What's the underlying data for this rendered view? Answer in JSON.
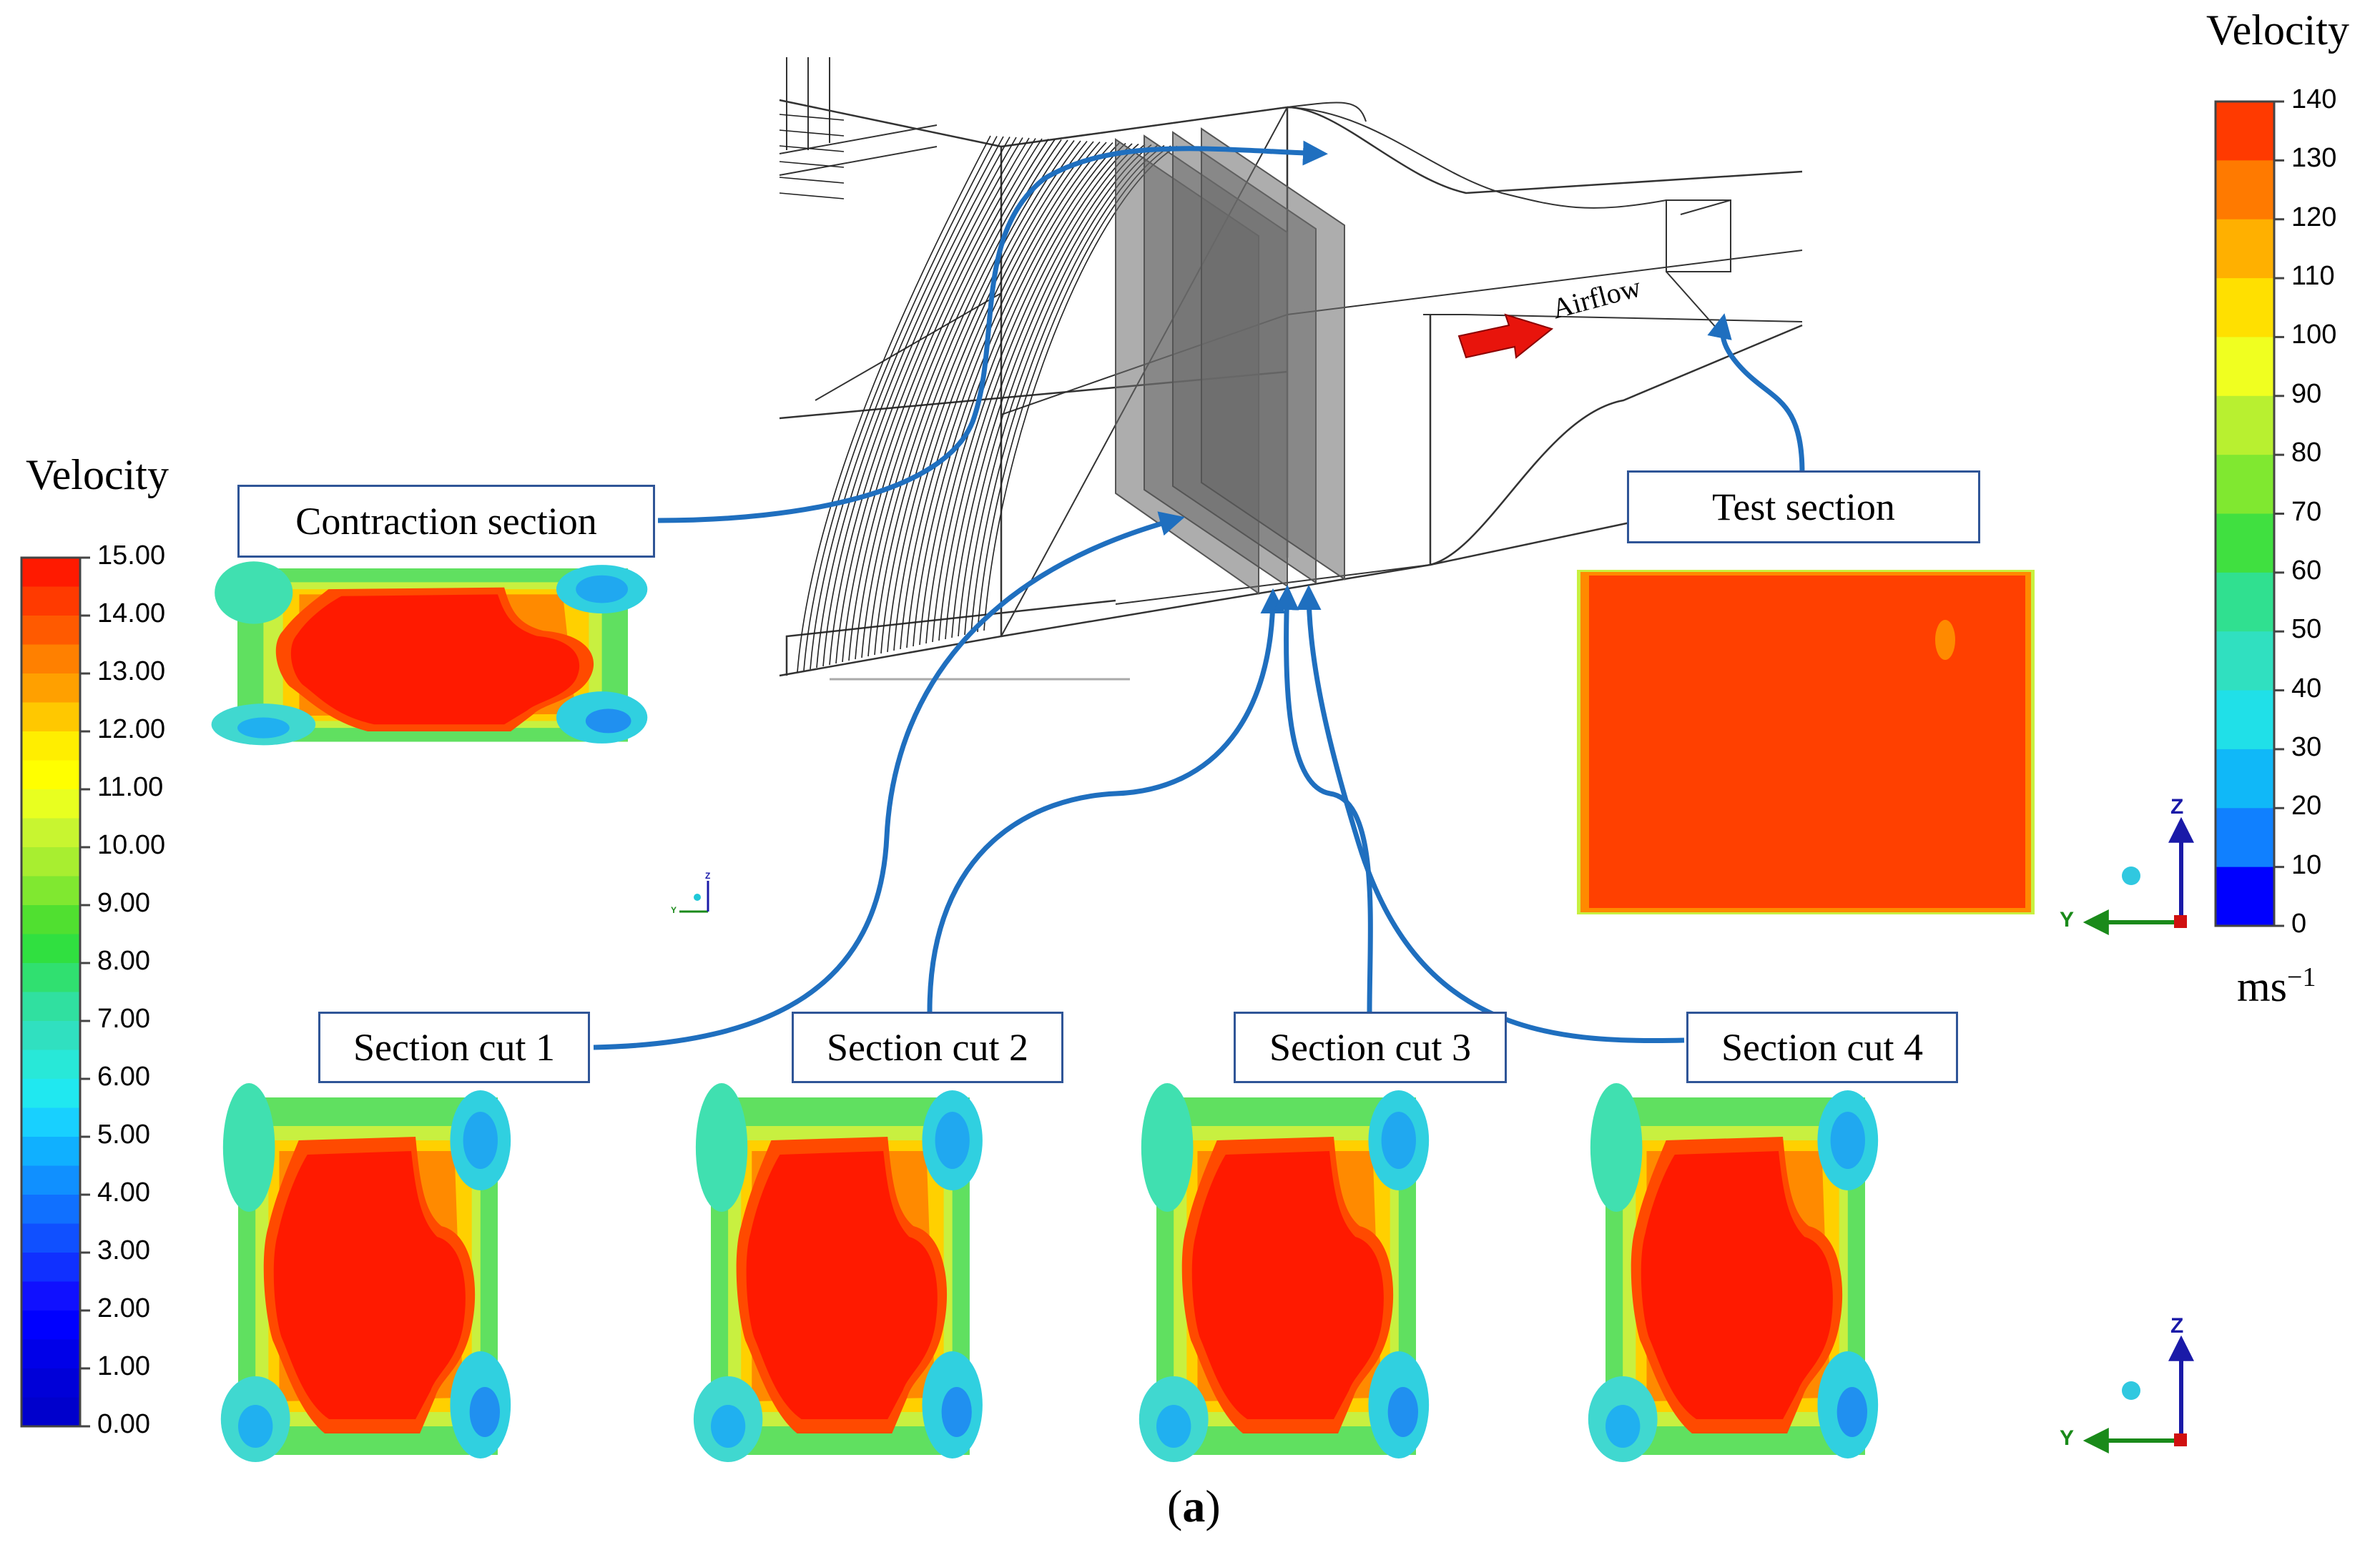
{
  "left_colorbar": {
    "title": "Velocity",
    "ticks": [
      "15.00",
      "14.00",
      "13.00",
      "12.00",
      "11.00",
      "10.00",
      "9.00",
      "8.00",
      "7.00",
      "6.00",
      "5.00",
      "4.00",
      "3.00",
      "2.00",
      "1.00",
      "0.00"
    ]
  },
  "right_colorbar": {
    "title": "Velocity",
    "ticks": [
      "140",
      "130",
      "120",
      "110",
      "100",
      "90",
      "80",
      "70",
      "60",
      "50",
      "40",
      "30",
      "20",
      "10",
      "0"
    ],
    "unit": "ms",
    "unit_exp": "−1"
  },
  "labels": {
    "contraction": "Contraction section",
    "test": "Test section",
    "cut1": "Section cut 1",
    "cut2": "Section cut 2",
    "cut3": "Section cut 3",
    "cut4": "Section cut 4",
    "airflow": "Airflow"
  },
  "axes": {
    "y": "Y",
    "z": "Z"
  },
  "caption": {
    "open": "(",
    "letter": "a",
    "close": ")"
  },
  "colors": {
    "accent_blue": "#1f6fbf",
    "label_border": "#2f5597",
    "contour_red": "#ff1a00",
    "test_orange": "#ff4000",
    "arrow_red": "#e8140c"
  }
}
